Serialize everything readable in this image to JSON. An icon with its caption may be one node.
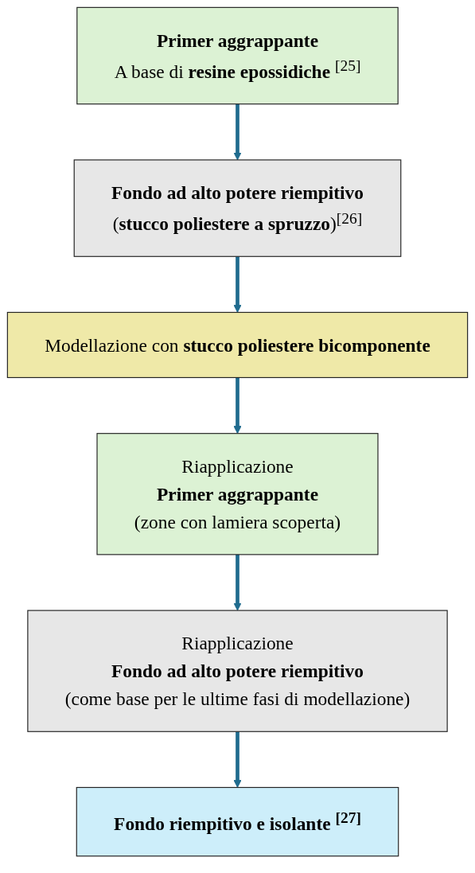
{
  "diagram": {
    "nodes": [
      {
        "text": [
          "Primer aggrappante",
          "A base di **resine epossidiche** $^{[25]}$"
        ]
      },
      {
        "text": [
          "Fondo ad alto potere riempitivo",
          "(**stucco poliestere a spruzzo**)$^{[26]}$"
        ]
      },
      {
        "text": [
          "Modellazione con **stucco poliestere bicomponente**"
        ]
      },
      {
        "text": [
          "Riapplicazione",
          "Primer aggrappante",
          "(zone con lamiera scoperta)"
        ]
      },
      {
        "text": [
          "Riapplicazione",
          "Fondo ad alto potere riempitivo",
          "(come base per le ultime fasi di modellazione)"
        ]
      },
      {
        "text": [
          "Fondo riempitivo e isolante $^{[27]}$"
        ]
      }
    ],
    "edges": [
      {
        "from": 0,
        "to": 1,
        "arrow": "to"
      },
      {
        "from": 1,
        "to": 2,
        "arrow": "to"
      },
      {
        "from": 2,
        "to": 3,
        "arrow": "to"
      },
      {
        "from": 3,
        "to": 4,
        "arrow": "to"
      },
      {
        "from": 4,
        "to": 5,
        "arrow": "to"
      }
    ]
  }
}
